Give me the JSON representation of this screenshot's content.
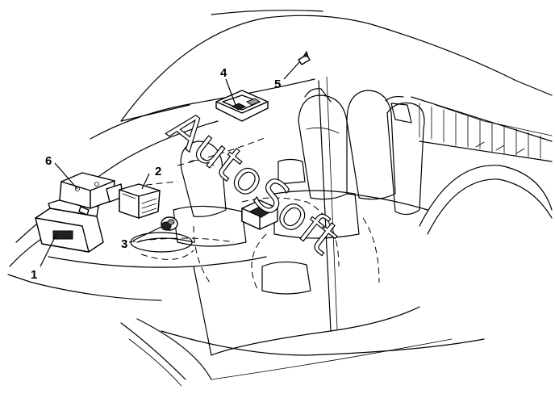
{
  "watermark": "AutoSoft",
  "callouts": [
    {
      "id": "1",
      "label": "1"
    },
    {
      "id": "2",
      "label": "2"
    },
    {
      "id": "3",
      "label": "3"
    },
    {
      "id": "4",
      "label": "4"
    },
    {
      "id": "5",
      "label": "5"
    },
    {
      "id": "6",
      "label": "6"
    }
  ]
}
